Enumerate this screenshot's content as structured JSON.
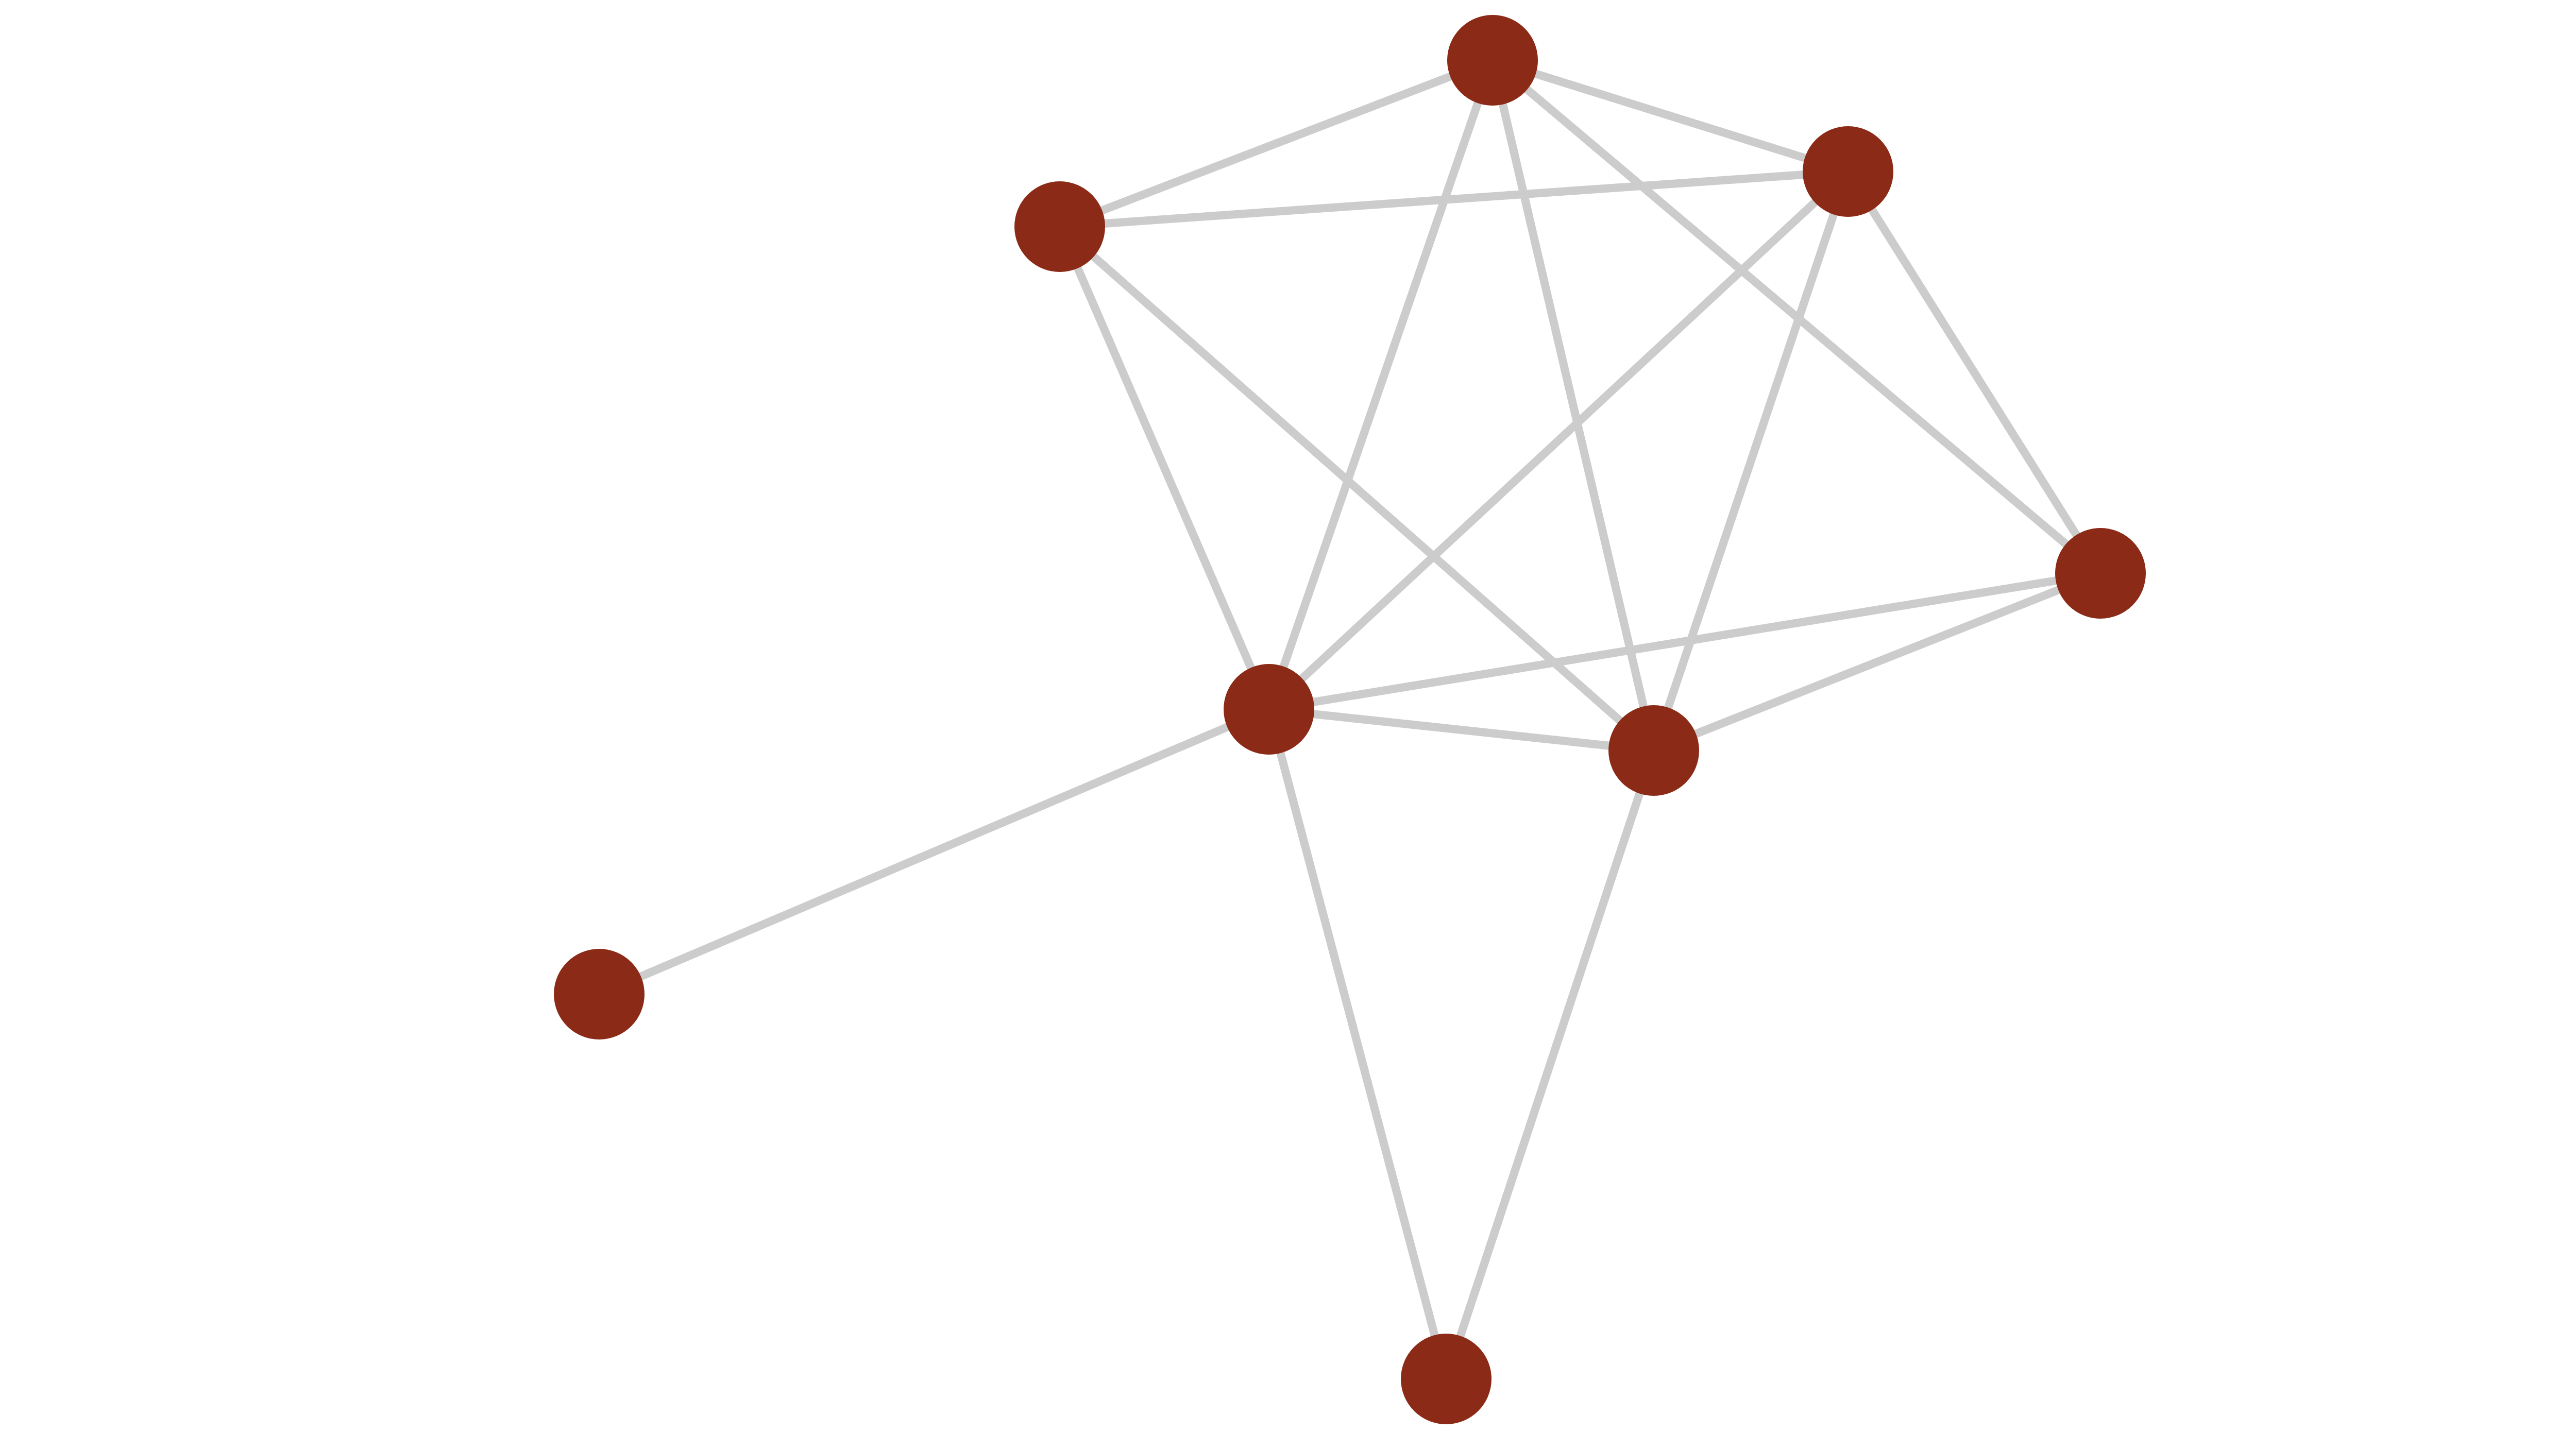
{
  "graph": {
    "node_color": "#8b2a16",
    "edge_color": "#cccccc",
    "background_color": "#ffffff",
    "nodes": [
      {
        "id": "n1"
      },
      {
        "id": "n2"
      },
      {
        "id": "n3"
      },
      {
        "id": "n4"
      },
      {
        "id": "n5"
      },
      {
        "id": "n6"
      },
      {
        "id": "n7"
      },
      {
        "id": "n8"
      }
    ],
    "edges": [
      [
        "n1",
        "n2"
      ],
      [
        "n1",
        "n3"
      ],
      [
        "n1",
        "n5"
      ],
      [
        "n1",
        "n6"
      ],
      [
        "n1",
        "n4"
      ],
      [
        "n2",
        "n3"
      ],
      [
        "n2",
        "n5"
      ],
      [
        "n2",
        "n6"
      ],
      [
        "n3",
        "n4"
      ],
      [
        "n3",
        "n5"
      ],
      [
        "n3",
        "n6"
      ],
      [
        "n4",
        "n5"
      ],
      [
        "n4",
        "n6"
      ],
      [
        "n5",
        "n6"
      ],
      [
        "n5",
        "n7"
      ],
      [
        "n5",
        "n8"
      ],
      [
        "n6",
        "n8"
      ]
    ]
  }
}
